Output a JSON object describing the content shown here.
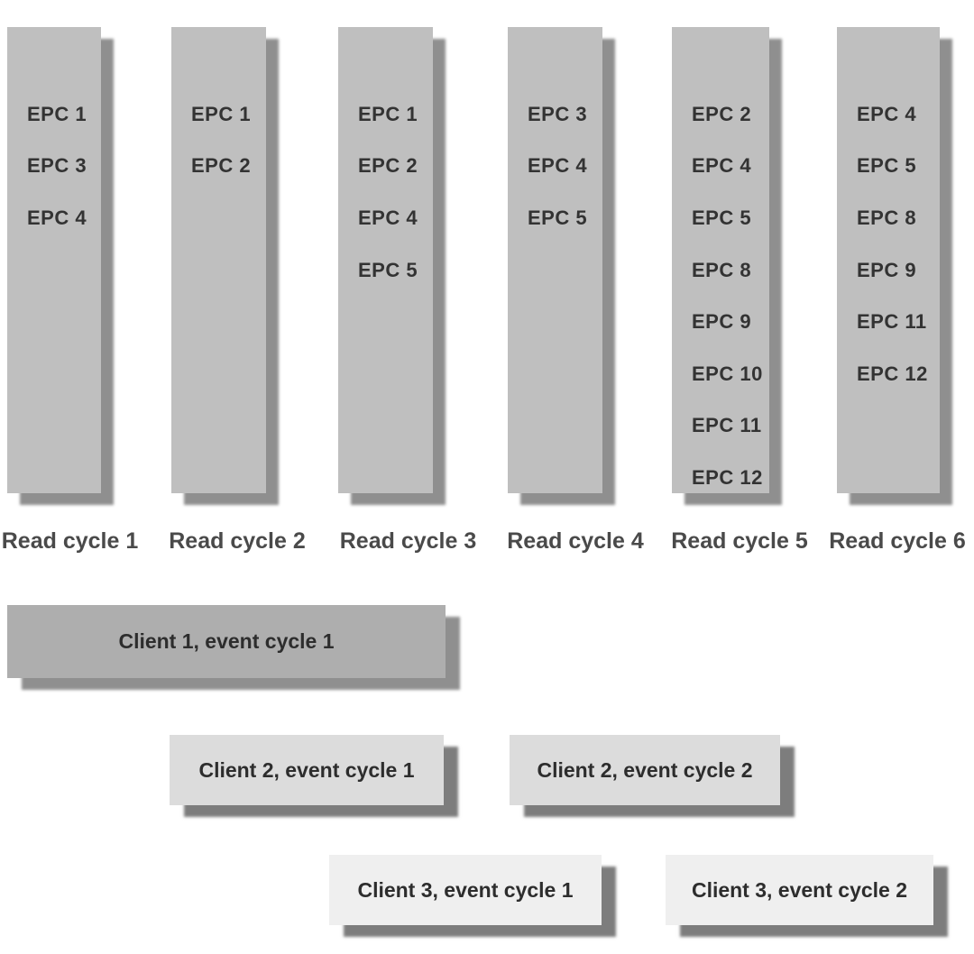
{
  "diagram": {
    "title_hint": "EPC read cycles and client event cycles",
    "read_cycles": [
      {
        "label": "Read cycle 1",
        "epcs": [
          "EPC 1",
          "EPC 3",
          "EPC 4"
        ]
      },
      {
        "label": "Read cycle 2",
        "epcs": [
          "EPC 1",
          "EPC 2"
        ]
      },
      {
        "label": "Read cycle 3",
        "epcs": [
          "EPC 1",
          "EPC 2",
          "EPC 4",
          "EPC 5"
        ]
      },
      {
        "label": "Read cycle 4",
        "epcs": [
          "EPC 3",
          "EPC 4",
          "EPC 5"
        ]
      },
      {
        "label": "Read cycle 5",
        "epcs": [
          "EPC 2",
          "EPC 4",
          "EPC 5",
          "EPC 8",
          "EPC 9",
          "EPC 10",
          "EPC 11",
          "EPC 12"
        ]
      },
      {
        "label": "Read cycle 6",
        "epcs": [
          "EPC 4",
          "EPC 5",
          "EPC 8",
          "EPC 9",
          "EPC 11",
          "EPC 12"
        ]
      }
    ],
    "event_cycles": [
      {
        "client": "Client 1",
        "label": "Client 1, event cycle 1"
      },
      {
        "client": "Client 2",
        "label": "Client 2, event cycle 1"
      },
      {
        "client": "Client 2",
        "label": "Client 2, event cycle 2"
      },
      {
        "client": "Client 3",
        "label": "Client 3, event cycle 1"
      },
      {
        "client": "Client 3",
        "label": "Client 3, event cycle 2"
      }
    ],
    "colors": {
      "column_fill": "#bfbfbf",
      "column_shadow": "#8f8f8f",
      "client1_fill": "#aeaeae",
      "client2_fill": "#dcdcdc",
      "client3_fill": "#efefef",
      "client_shadow": "#7d7d7d",
      "epc_text": "#333333",
      "caption_text": "#4a4a4a"
    }
  }
}
